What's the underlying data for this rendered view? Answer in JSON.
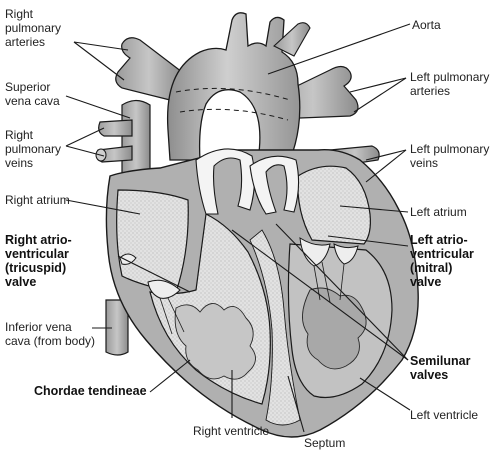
{
  "labels": {
    "right_pulmonary_arteries": "Right\npulmonary\narteries",
    "superior_vena_cava": "Superior\nvena cava",
    "right_pulmonary_veins": "Right\npulmonary\nveins",
    "right_atrium": "Right atrium",
    "right_av_valve": "Right atrio-\nventricular\n(tricuspid)\nvalve",
    "inferior_vena_cava": "Inferior vena\ncava (from body)",
    "chordae_tendineae": "Chordae tendineae",
    "right_ventricle": "Right ventricle",
    "septum": "Septum",
    "left_ventricle": "Left ventricle",
    "semilunar_valves": "Semilunar\nvalves",
    "left_av_valve": "Left atrio-\nventricular\n(mitral)\nvalve",
    "left_atrium": "Left atrium",
    "left_pulmonary_veins": "Left pulmonary\nveins",
    "left_pulmonary_arteries": "Left pulmonary\narteries",
    "aorta": "Aorta"
  },
  "colors": {
    "tissue_dark": "#8a8a8a",
    "tissue_mid": "#b4b4b4",
    "tissue_light": "#d2d2d2",
    "chamber": "#dedede",
    "outline": "#1a1a1a",
    "leader": "#1a1a1a"
  }
}
